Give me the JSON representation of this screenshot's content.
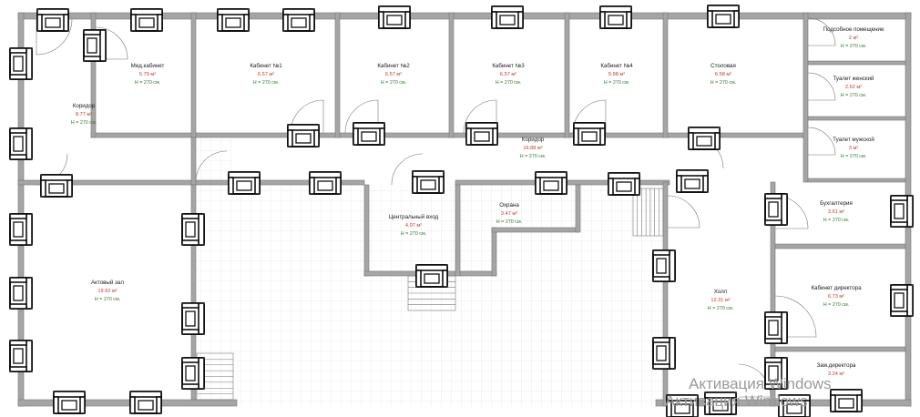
{
  "rooms": [
    {
      "id": "med",
      "name": "Мед.кабинет",
      "area": "5.79 м²",
      "height": "H = 270 см."
    },
    {
      "id": "k1",
      "name": "Кабинет №1",
      "area": "6.57 м²",
      "height": "H = 270 см."
    },
    {
      "id": "k2",
      "name": "Кабинет №2",
      "area": "6.57 м²",
      "height": "H = 270 см."
    },
    {
      "id": "k3",
      "name": "Кабинет №3",
      "area": "6.57 м²",
      "height": "H = 270 см."
    },
    {
      "id": "k4",
      "name": "Кабинет №4",
      "area": "5.98 м²",
      "height": "H = 270 см."
    },
    {
      "id": "stol",
      "name": "Столовая",
      "area": "6.58 м²",
      "height": "H = 270 см."
    },
    {
      "id": "podsob",
      "name": "Подсобное помещение",
      "area": "2 м²",
      "height": "H = 270 см."
    },
    {
      "id": "tw",
      "name": "Туалет женский",
      "area": "2.62 м²",
      "height": "H = 270 см."
    },
    {
      "id": "tm",
      "name": "Туалет мужской",
      "area": "3 м²",
      "height": "H = 270 см."
    },
    {
      "id": "kor1",
      "name": "Коридор",
      "area": "8.77 м²",
      "height": "H = 270 см."
    },
    {
      "id": "kor2",
      "name": "Коридор",
      "area": "16.88 м²",
      "height": "H = 270 см."
    },
    {
      "id": "vhod",
      "name": "Центральный вход",
      "area": "4.07 м²",
      "height": "H = 270 см."
    },
    {
      "id": "ohrana",
      "name": "Охрана",
      "area": "3.47 м²",
      "height": "H = 270 см."
    },
    {
      "id": "buh",
      "name": "Бухгалтерия",
      "area": "3.61 м²",
      "height": "H = 270 см."
    },
    {
      "id": "akt",
      "name": "Актовый зал",
      "area": "19.92 м²",
      "height": "H = 270 см."
    },
    {
      "id": "holl",
      "name": "Холл",
      "area": "12.31 м²",
      "height": "H = 270 см."
    },
    {
      "id": "dir",
      "name": "Кабинет директора",
      "area": "6.73 м²",
      "height": "H = 270 см."
    },
    {
      "id": "zam",
      "name": "Зам.директора",
      "area": "3.24 м²",
      "height": ""
    }
  ],
  "watermark": {
    "line1": "Активация Windows",
    "line2": "Активация Windows"
  },
  "colors": {
    "wall": "#9e9e9e",
    "wall_outline": "#7a7a7a",
    "grid": "#e6e6e6",
    "furniture": "#111111",
    "name": "#1a1a1a",
    "area": "#c0392b",
    "height": "#2e7d32"
  },
  "icons": [
    "armchair-icon",
    "door-swing-icon",
    "staircase-icon"
  ]
}
